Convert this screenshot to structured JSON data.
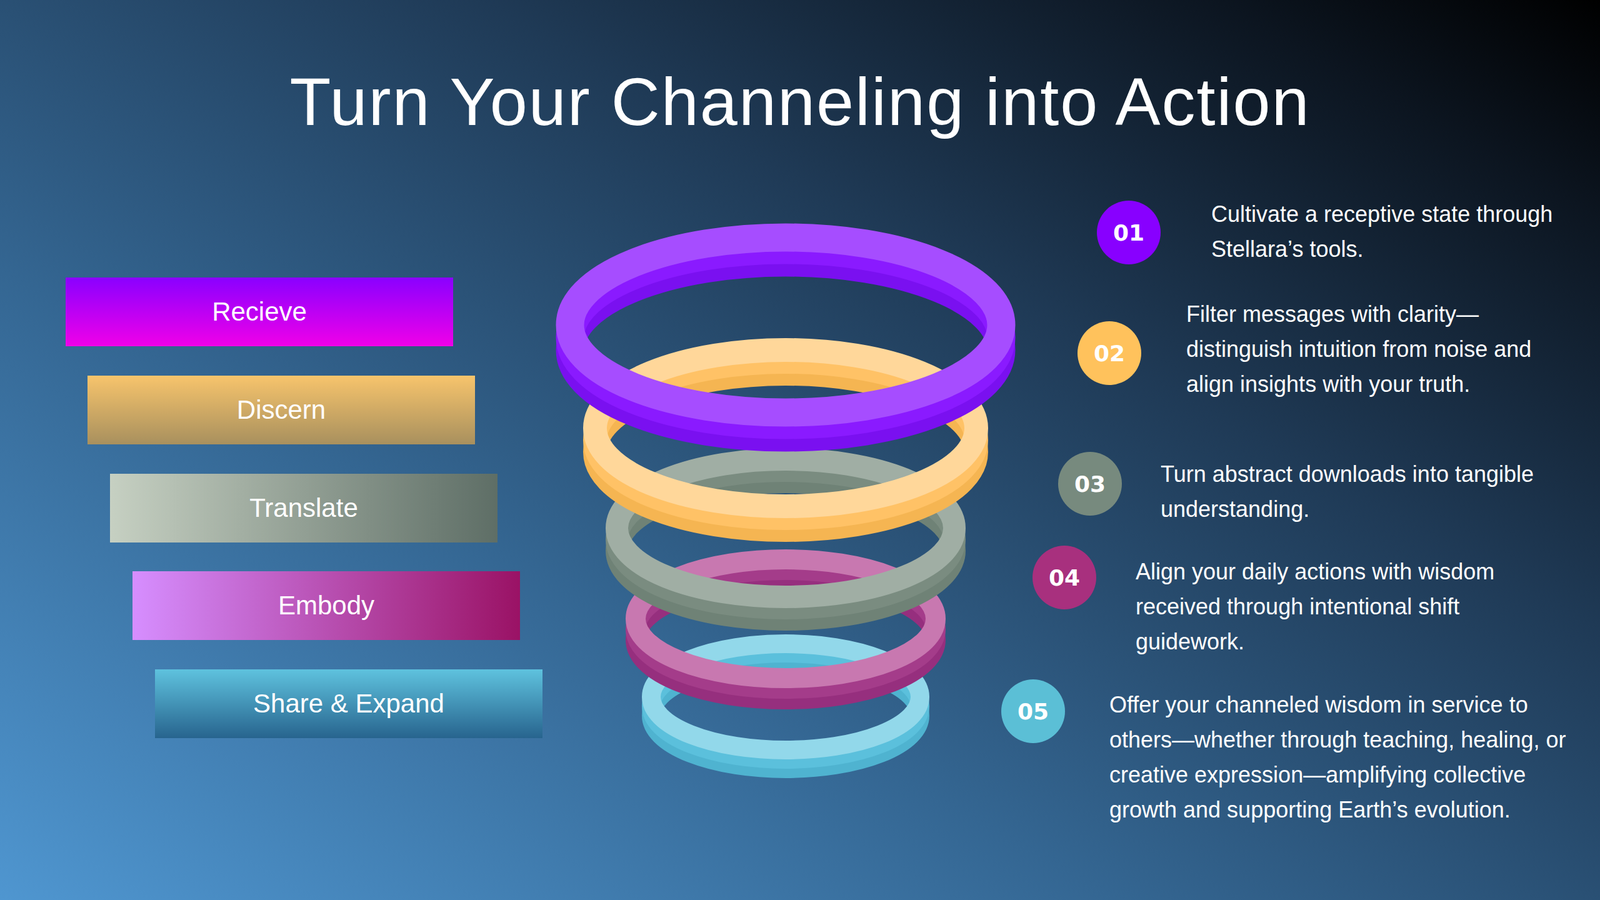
{
  "diagram": {
    "title": "Turn Your Channeling into Action",
    "nodes": [
      {
        "text": [
          "Recieve"
        ]
      },
      {
        "text": [
          "Discern"
        ]
      },
      {
        "text": [
          "Translate"
        ]
      },
      {
        "text": [
          "Embody"
        ]
      },
      {
        "text": [
          "Share & Expand"
        ]
      },
      {
        "text": [
          "01"
        ]
      },
      {
        "text": [
          "02"
        ]
      },
      {
        "text": [
          "03"
        ]
      },
      {
        "text": [
          "04"
        ]
      },
      {
        "text": [
          "05"
        ]
      }
    ],
    "labels": [
      "Cultivate a receptive state through Stellara’s tools.",
      "Filter messages with clarity—distinguish intuition from noise and align insights with your truth.",
      "Turn abstract downloads into tangible understanding.",
      "Align your daily actions with wisdom received through intentional shift guidework.",
      "Offer your channeled wisdom in service to others—whether through teaching, healing, or creative expression—amplifying collective growth and supporting Earth’s evolution."
    ]
  }
}
